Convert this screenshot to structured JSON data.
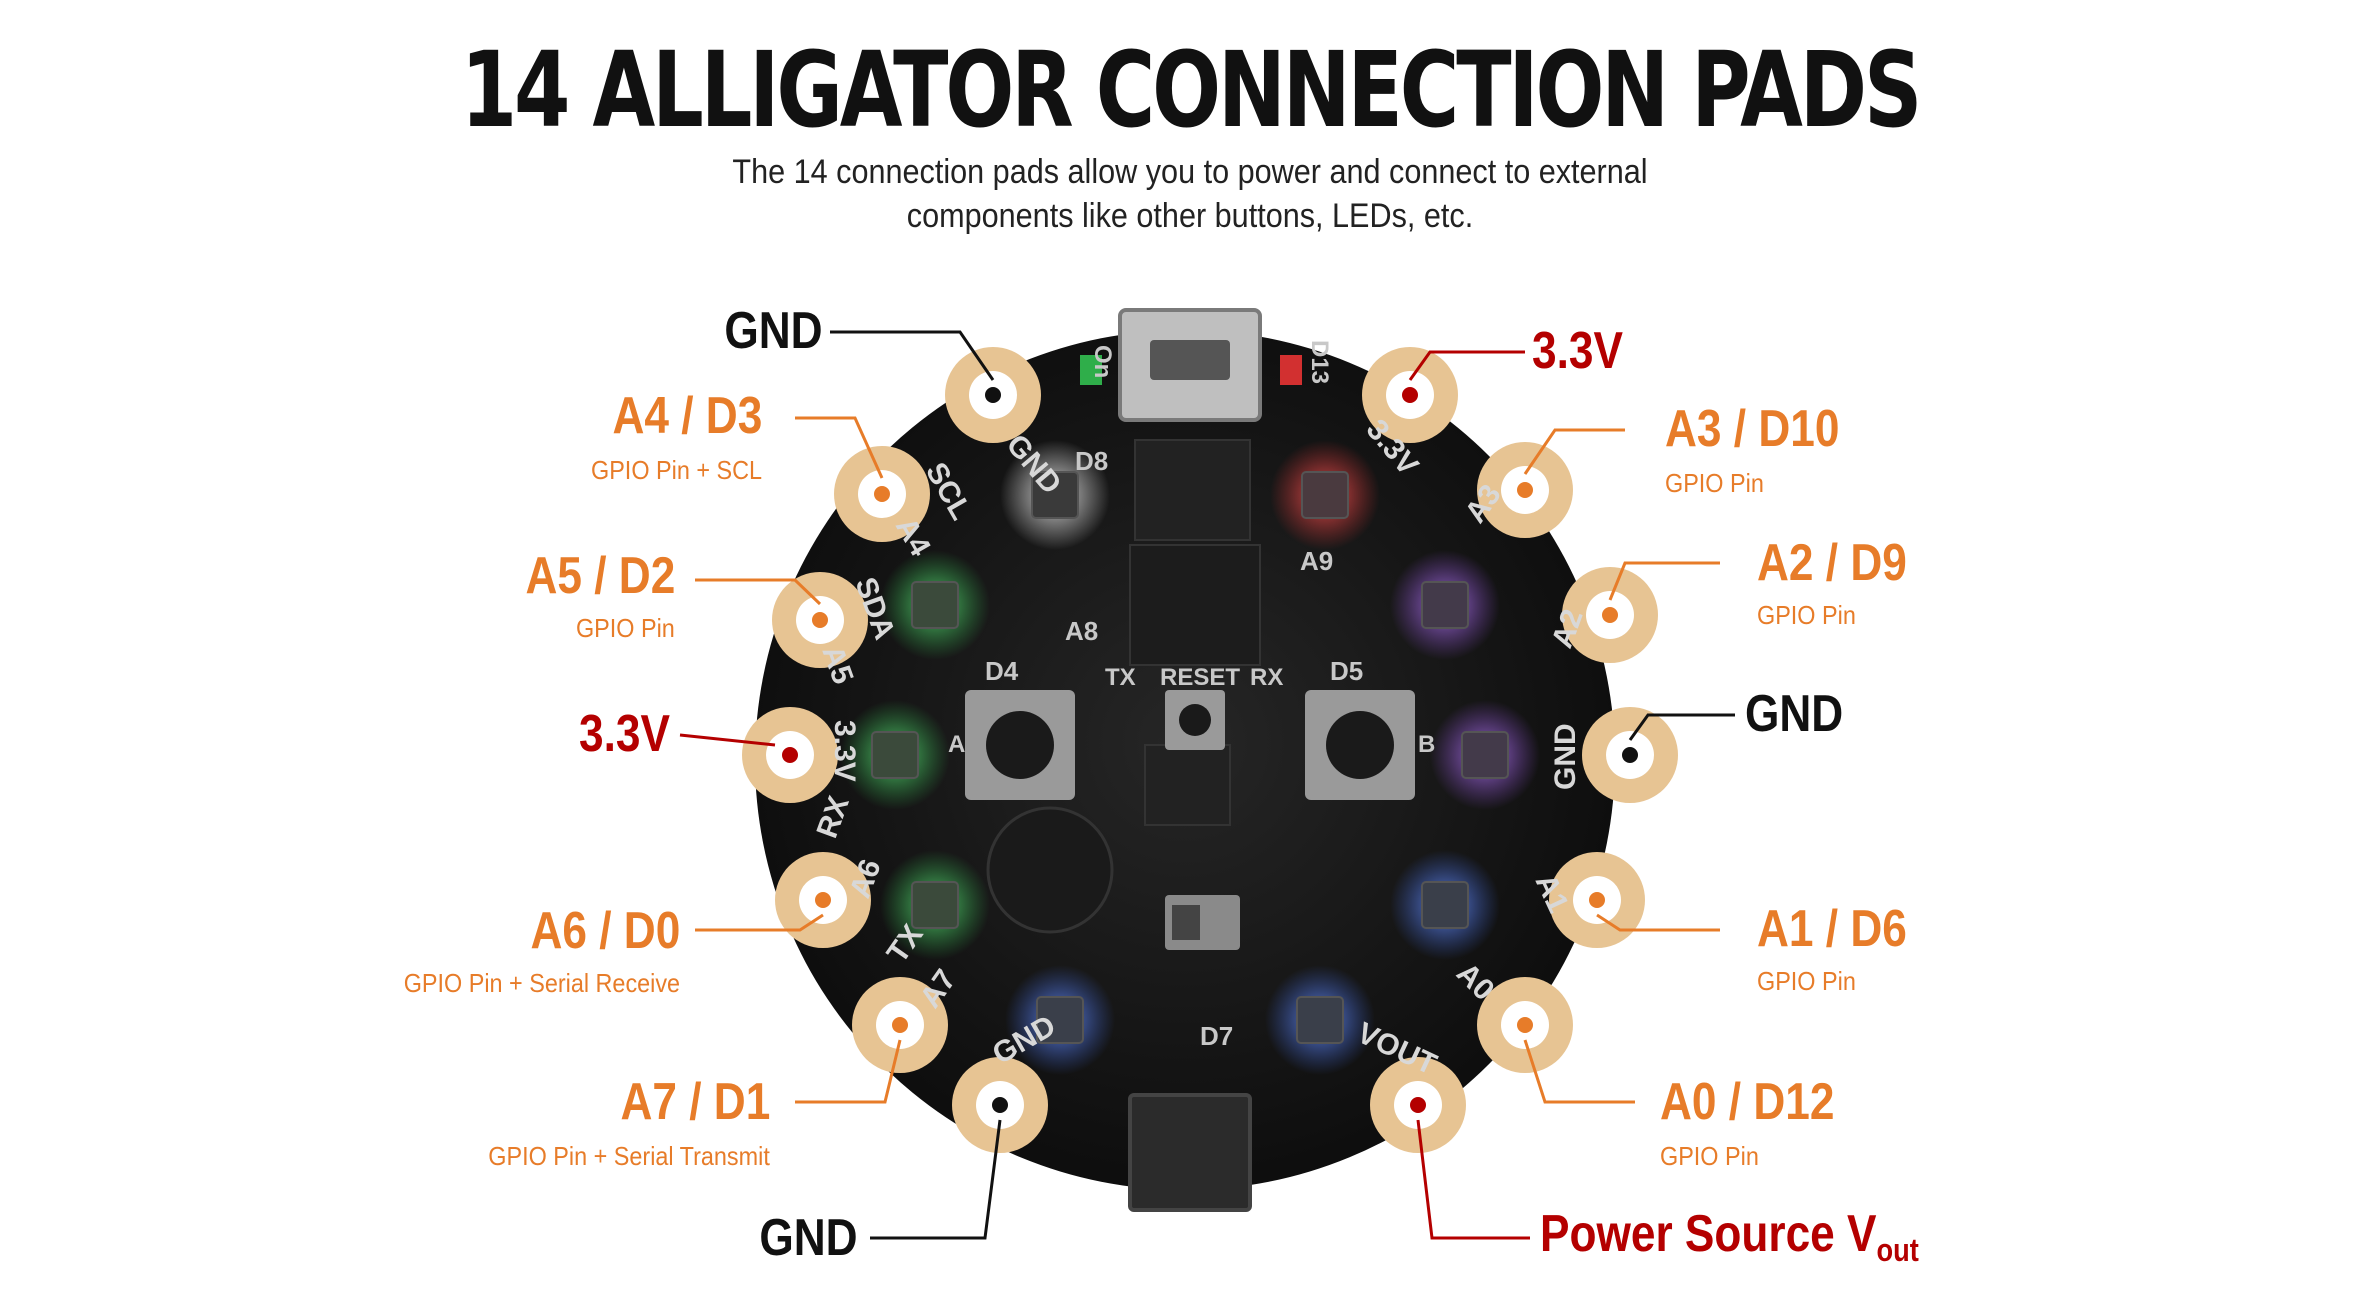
{
  "title": "14 ALLIGATOR CONNECTION PADS",
  "subtitle": {
    "line1": "The 14 connection pads allow you to power and connect to external",
    "line2": "components like other buttons, LEDs, etc."
  },
  "board": {
    "silkscreen": {
      "pad_gnd_top": "GND",
      "pad_scl": "SCL",
      "pad_a4": "A4",
      "pad_sda": "SDA",
      "pad_a5": "A5",
      "pad_3v3_left": "3.3V",
      "pad_rx": "RX",
      "pad_a6": "A6",
      "pad_tx": "TX",
      "pad_a7": "A7",
      "pad_gnd_bottom": "GND",
      "pad_vout": "VOUT",
      "pad_a0": "A0",
      "pad_a1": "A1",
      "pad_gnd_right": "GND",
      "pad_a2": "A2",
      "pad_a3": "A3",
      "pad_3v3_top": "3.3V",
      "on": "On",
      "d13": "D13",
      "d8": "D8",
      "a8": "A8",
      "a9": "A9",
      "d4": "D4",
      "d5": "D5",
      "reset": "RESET",
      "tx": "TX",
      "rx": "RX",
      "d7": "D7",
      "a": "A",
      "b": "B"
    },
    "colors": {
      "pcb": "#141414",
      "pad": "#e7c493",
      "led_green": "#2fae4a",
      "led_red": "#d23030",
      "led_purple": "#8a4bd0",
      "led_blue": "#3b63d8"
    }
  },
  "pins": {
    "left": [
      {
        "id": "gnd-top-left",
        "name": "GND",
        "desc": "",
        "color": "#111111"
      },
      {
        "id": "a4-d3",
        "name": "A4 / D3",
        "desc": "GPIO Pin + SCL",
        "color": "#e77c29"
      },
      {
        "id": "a5-d2",
        "name": "A5 / D2",
        "desc": "GPIO Pin",
        "color": "#e77c29"
      },
      {
        "id": "3v3-left",
        "name": "3.3V",
        "desc": "",
        "color": "#b40000"
      },
      {
        "id": "a6-d0",
        "name": "A6 / D0",
        "desc": "GPIO Pin + Serial Receive",
        "color": "#e77c29"
      },
      {
        "id": "a7-d1",
        "name": "A7 / D1",
        "desc": "GPIO Pin + Serial Transmit",
        "color": "#e77c29"
      },
      {
        "id": "gnd-bottom-left",
        "name": "GND",
        "desc": "",
        "color": "#111111"
      }
    ],
    "right": [
      {
        "id": "3v3-top-right",
        "name": "3.3V",
        "desc": "",
        "color": "#b40000"
      },
      {
        "id": "a3-d10",
        "name": "A3 / D10",
        "desc": "GPIO Pin",
        "color": "#e77c29"
      },
      {
        "id": "a2-d9",
        "name": "A2 / D9",
        "desc": "GPIO Pin",
        "color": "#e77c29"
      },
      {
        "id": "gnd-right",
        "name": "GND",
        "desc": "",
        "color": "#111111"
      },
      {
        "id": "a1-d6",
        "name": "A1 / D6",
        "desc": "GPIO Pin",
        "color": "#e77c29"
      },
      {
        "id": "a0-d12",
        "name": "A0 / D12",
        "desc": "GPIO Pin",
        "color": "#e77c29"
      },
      {
        "id": "power-vout",
        "name": "Power Source V",
        "name_sub": "out",
        "desc": "",
        "color": "#b40000"
      }
    ]
  }
}
